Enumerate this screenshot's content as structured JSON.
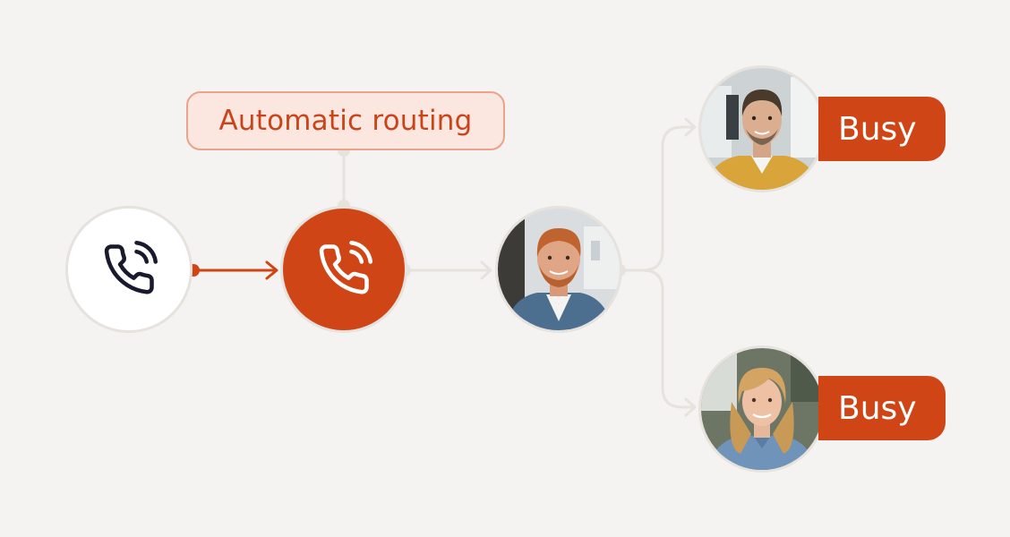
{
  "colors": {
    "background": "#f5f3f1",
    "accent": "#cf4515",
    "tag_fill": "#fbe7df",
    "tag_border": "#e9a38a",
    "connector": "#e6e2dd"
  },
  "routing_label": "Automatic routing",
  "nodes": {
    "caller_icon": "phone-ringing-icon",
    "router_icon": "phone-ringing-icon",
    "agent_primary": "agent-avatar-man-red-hair",
    "agent_top": "agent-avatar-man-yellow-sweater",
    "agent_bottom": "agent-avatar-woman-blonde"
  },
  "status": {
    "top_agent": "Busy",
    "bottom_agent": "Busy"
  }
}
